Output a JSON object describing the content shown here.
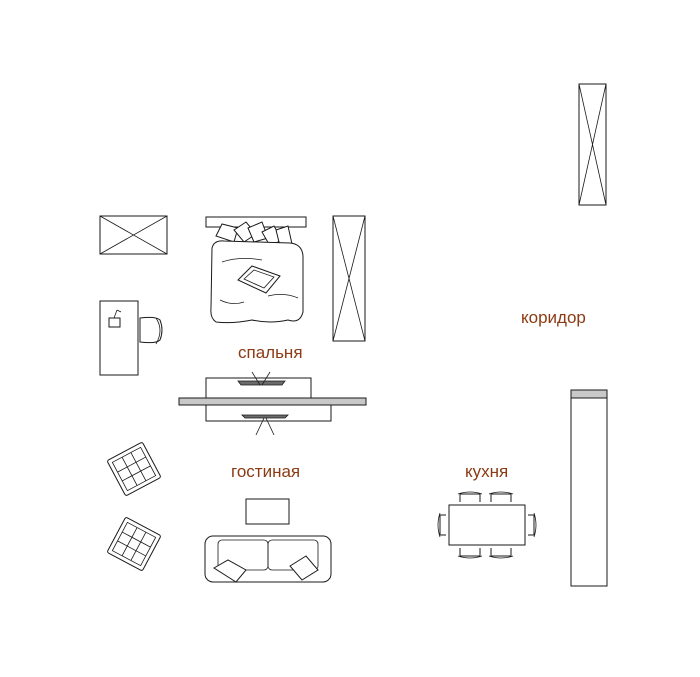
{
  "rooms": {
    "bedroom": "спальня",
    "living_room": "гостиная",
    "kitchen": "кухня",
    "corridor": "коридор"
  },
  "colors": {
    "label": "#8b3a12",
    "line": "#1a1a1a",
    "partition_fill": "#c8c8c8"
  }
}
